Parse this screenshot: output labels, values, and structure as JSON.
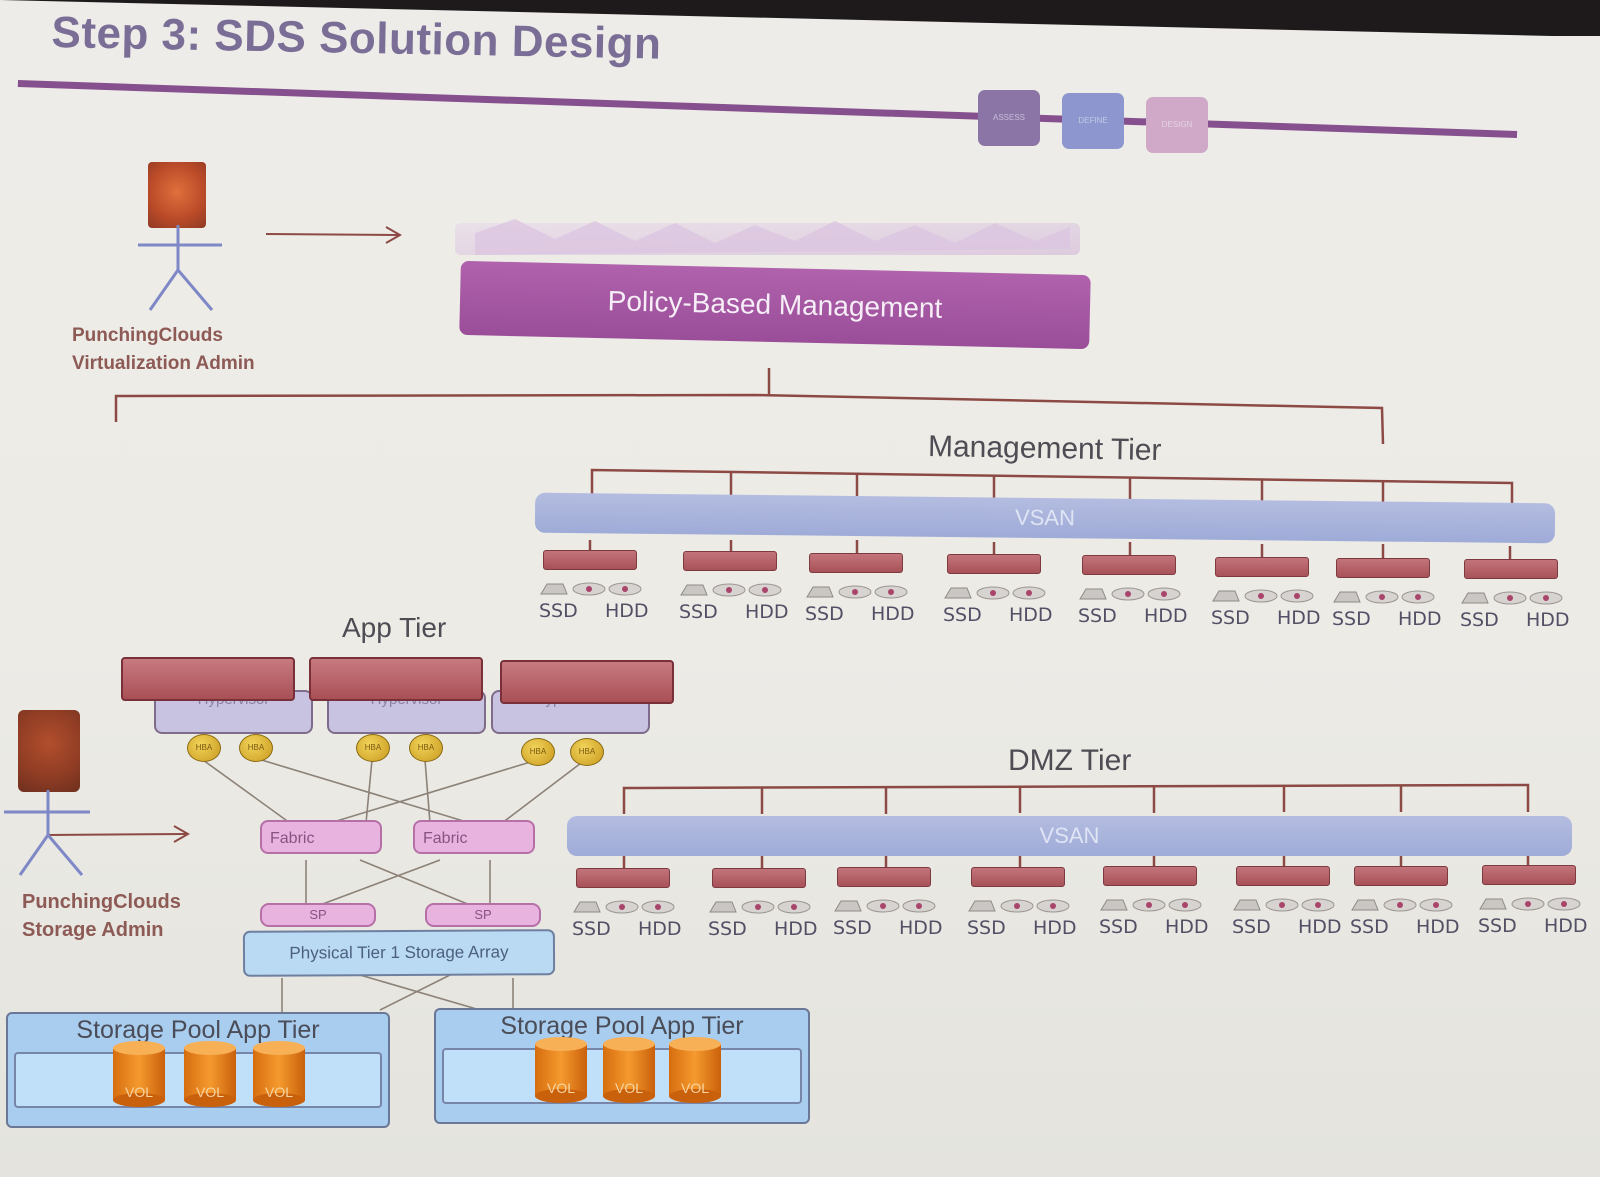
{
  "slide": {
    "title": "Step 3: SDS Solution Design",
    "progress_steps": [
      {
        "label": "ASSESS",
        "color": "#8b75a6"
      },
      {
        "label": "DEFINE",
        "color": "#8d96cf"
      },
      {
        "label": "DESIGN",
        "color": "#cfa9c7"
      }
    ],
    "colors": {
      "accent": "#86508f",
      "server": "#a85258",
      "vsan": "#a6b2dc",
      "fabric": "#e9b3df",
      "storage": "#a8cdee",
      "volume": "#e8871e"
    }
  },
  "virt_admin": {
    "label_line1": "PunchingClouds",
    "label_line2": "Virtualization Admin"
  },
  "policy": {
    "label": "Policy-Based Management"
  },
  "management_tier": {
    "title": "Management Tier",
    "vsan_label": "VSAN",
    "hosts": [
      {
        "ssd": "SSD",
        "hdd": "HDD"
      },
      {
        "ssd": "SSD",
        "hdd": "HDD"
      },
      {
        "ssd": "SSD",
        "hdd": "HDD"
      },
      {
        "ssd": "SSD",
        "hdd": "HDD"
      },
      {
        "ssd": "SSD",
        "hdd": "HDD"
      },
      {
        "ssd": "SSD",
        "hdd": "HDD"
      },
      {
        "ssd": "SSD",
        "hdd": "HDD"
      },
      {
        "ssd": "SSD",
        "hdd": "HDD"
      }
    ]
  },
  "dmz_tier": {
    "title": "DMZ Tier",
    "vsan_label": "VSAN",
    "hosts": [
      {
        "ssd": "SSD",
        "hdd": "HDD"
      },
      {
        "ssd": "SSD",
        "hdd": "HDD"
      },
      {
        "ssd": "SSD",
        "hdd": "HDD"
      },
      {
        "ssd": "SSD",
        "hdd": "HDD"
      },
      {
        "ssd": "SSD",
        "hdd": "HDD"
      },
      {
        "ssd": "SSD",
        "hdd": "HDD"
      },
      {
        "ssd": "SSD",
        "hdd": "HDD"
      },
      {
        "ssd": "SSD",
        "hdd": "HDD"
      }
    ]
  },
  "app_tier": {
    "title": "App Tier",
    "hypervisors": [
      "Hypervisor",
      "Hypervisor",
      "Hypervisor"
    ],
    "hba_label": "HBA",
    "fabrics": [
      "Fabric",
      "Fabric"
    ],
    "sps": [
      "SP",
      "SP"
    ],
    "physical": "Physical Tier 1 Storage Array"
  },
  "storage_admin": {
    "label_line1": "PunchingClouds",
    "label_line2": "Storage Admin"
  },
  "pools": [
    {
      "title": "Storage Pool App Tier",
      "volumes": [
        "VOL",
        "VOL",
        "VOL"
      ]
    },
    {
      "title": "Storage Pool App Tier",
      "volumes": [
        "VOL",
        "VOL",
        "VOL"
      ]
    }
  ]
}
